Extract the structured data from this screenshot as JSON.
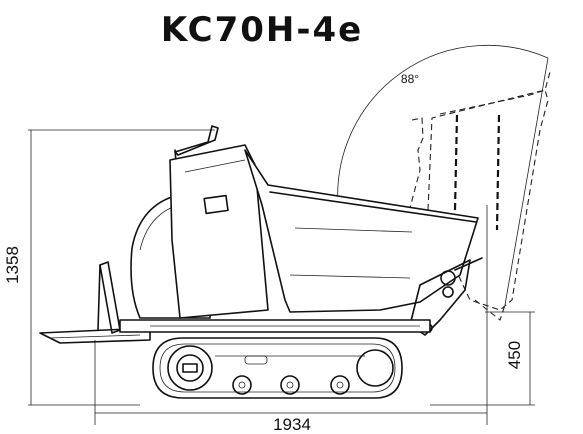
{
  "title": "KC70H-4e",
  "dimensions": {
    "height_total": "1358",
    "length_total": "1934",
    "dump_height": "450",
    "tip_angle": "88°"
  }
}
